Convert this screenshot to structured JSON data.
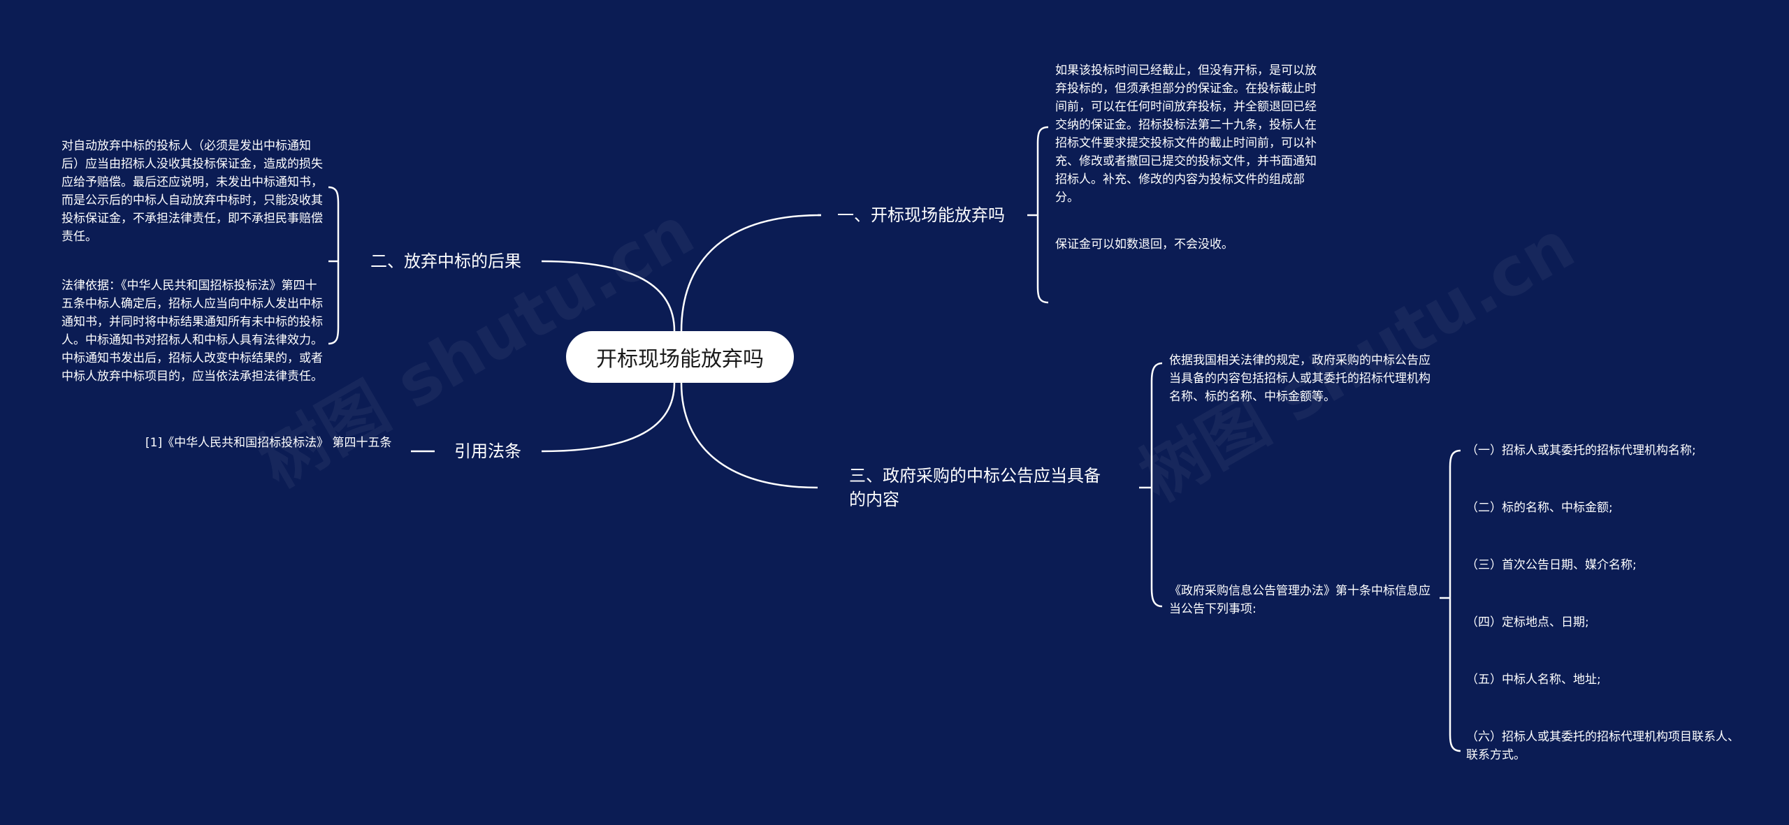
{
  "root": {
    "label": "开标现场能放弃吗"
  },
  "branches": {
    "b1": {
      "label": "一、开标现场能放弃吗",
      "leaves": [
        "如果该投标时间已经截止，但没有开标，是可以放弃投标的，但须承担部分的保证金。在投标截止时间前，可以在任何时间放弃投标，并全额退回已经交纳的保证金。招标投标法第二十九条，投标人在招标文件要求提交投标文件的截止时间前，可以补充、修改或者撤回已提交的投标文件，并书面通知招标人。补充、修改的内容为投标文件的组成部分。",
        "保证金可以如数退回，不会没收。"
      ]
    },
    "b2": {
      "label": "二、放弃中标的后果",
      "leaves": [
        "对自动放弃中标的投标人（必须是发出中标通知后）应当由招标人没收其投标保证金，造成的损失应给予赔偿。最后还应说明，未发出中标通知书，而是公示后的中标人自动放弃中标时，只能没收其投标保证金，不承担法律责任，即不承担民事赔偿责任。",
        "法律依据：《中华人民共和国招标投标法》第四十五条中标人确定后，招标人应当向中标人发出中标通知书，并同时将中标结果通知所有未中标的投标人。中标通知书对招标人和中标人具有法律效力。中标通知书发出后，招标人改变中标结果的，或者中标人放弃中标项目的，应当依法承担法律责任。"
      ]
    },
    "b3": {
      "label": "三、政府采购的中标公告应当具备的内容",
      "leaves": [
        "依据我国相关法律的规定，政府采购的中标公告应当具备的内容包括招标人或其委托的招标代理机构名称、标的名称、中标金额等。",
        "《政府采购信息公告管理办法》第十条中标信息应当公告下列事项:"
      ],
      "sub_items": [
        "（一）招标人或其委托的招标代理机构名称;",
        "（二）标的名称、中标金额;",
        "（三）首次公告日期、媒介名称;",
        "（四）定标地点、日期;",
        "（五）中标人名称、地址;",
        "（六）招标人或其委托的招标代理机构项目联系人、联系方式。"
      ]
    },
    "b4": {
      "label": "引用法条",
      "leaves": [
        "[1]《中华人民共和国招标投标法》 第四十五条"
      ]
    }
  },
  "colors": {
    "background": "#0b1c54",
    "line": "#ffffff",
    "root_fill": "#ffffff"
  },
  "watermark": "树图 shutu.cn"
}
